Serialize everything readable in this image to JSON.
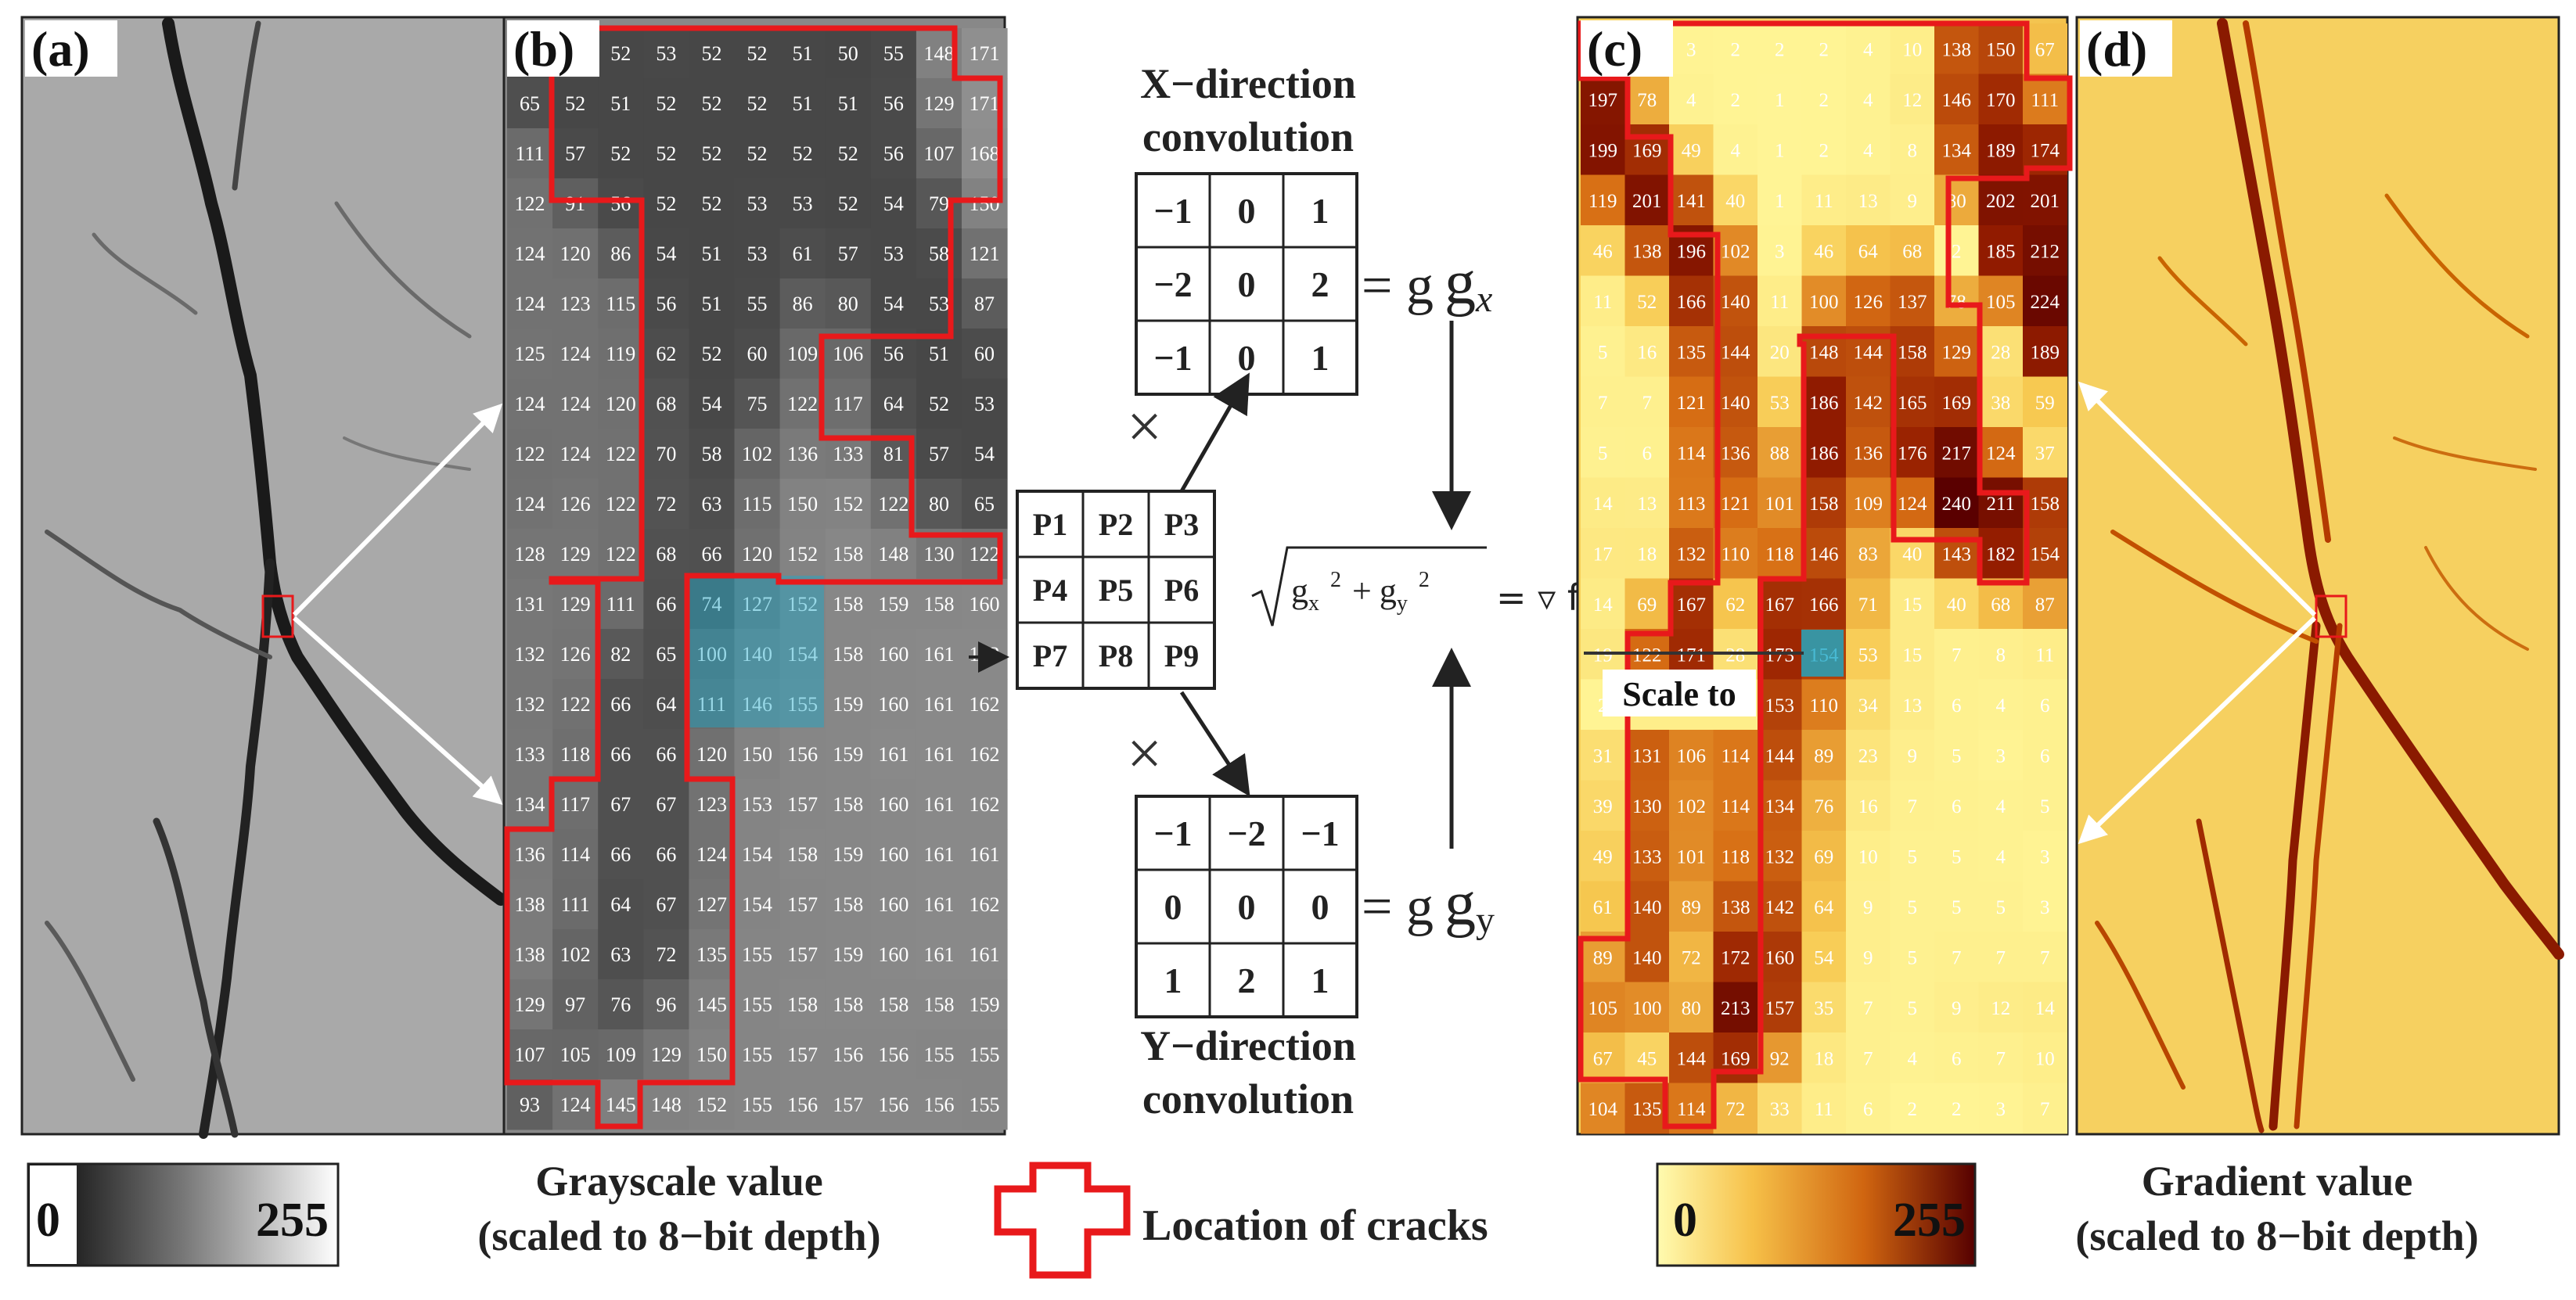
{
  "panels": {
    "a": {
      "label": "(a)"
    },
    "b": {
      "label": "(b)"
    },
    "c": {
      "label": "(c)"
    },
    "d": {
      "label": "(d)"
    }
  },
  "grayscale_grid": {
    "rows": [
      [
        null,
        null,
        52,
        53,
        52,
        52,
        51,
        50,
        55,
        148,
        171
      ],
      [
        65,
        52,
        51,
        52,
        52,
        52,
        51,
        51,
        56,
        129,
        171
      ],
      [
        111,
        57,
        52,
        52,
        52,
        52,
        52,
        52,
        56,
        107,
        168
      ],
      [
        122,
        91,
        56,
        52,
        52,
        53,
        53,
        52,
        54,
        79,
        150
      ],
      [
        124,
        120,
        86,
        54,
        51,
        53,
        61,
        57,
        53,
        58,
        121
      ],
      [
        124,
        123,
        115,
        56,
        51,
        55,
        86,
        80,
        54,
        53,
        87
      ],
      [
        125,
        124,
        119,
        62,
        52,
        60,
        109,
        106,
        56,
        51,
        60
      ],
      [
        124,
        124,
        120,
        68,
        54,
        75,
        122,
        117,
        64,
        52,
        53
      ],
      [
        122,
        124,
        122,
        70,
        58,
        102,
        136,
        133,
        81,
        57,
        54
      ],
      [
        124,
        126,
        122,
        72,
        63,
        115,
        150,
        152,
        122,
        80,
        65
      ],
      [
        128,
        129,
        122,
        68,
        66,
        120,
        152,
        158,
        148,
        130,
        122
      ],
      [
        131,
        129,
        111,
        66,
        74,
        127,
        152,
        158,
        159,
        158,
        160
      ],
      [
        132,
        126,
        82,
        65,
        100,
        140,
        154,
        158,
        160,
        161,
        162
      ],
      [
        132,
        122,
        66,
        64,
        111,
        146,
        155,
        159,
        160,
        161,
        162
      ],
      [
        133,
        118,
        66,
        66,
        120,
        150,
        156,
        159,
        161,
        161,
        162
      ],
      [
        134,
        117,
        67,
        67,
        123,
        153,
        157,
        158,
        160,
        161,
        162
      ],
      [
        136,
        114,
        66,
        66,
        124,
        154,
        158,
        159,
        160,
        161,
        161
      ],
      [
        138,
        111,
        64,
        67,
        127,
        154,
        157,
        158,
        160,
        161,
        162
      ],
      [
        138,
        102,
        63,
        72,
        135,
        155,
        157,
        159,
        160,
        161,
        161
      ],
      [
        129,
        97,
        76,
        96,
        145,
        155,
        158,
        158,
        158,
        158,
        159
      ],
      [
        107,
        105,
        109,
        129,
        150,
        155,
        157,
        156,
        156,
        155,
        155
      ],
      [
        93,
        124,
        145,
        148,
        152,
        155,
        156,
        157,
        156,
        156,
        155
      ]
    ]
  },
  "gradient_grid": {
    "rows": [
      [
        null,
        3,
        2,
        2,
        2,
        4,
        10,
        138,
        150,
        67
      ],
      [
        197,
        78,
        4,
        2,
        1,
        2,
        4,
        12,
        146,
        170,
        111
      ],
      [
        199,
        169,
        49,
        4,
        1,
        2,
        4,
        8,
        134,
        189,
        174
      ],
      [
        119,
        201,
        141,
        40,
        1,
        11,
        13,
        9,
        80,
        202,
        201
      ],
      [
        46,
        138,
        196,
        102,
        3,
        46,
        64,
        68,
        2,
        185,
        212
      ],
      [
        11,
        52,
        166,
        140,
        11,
        100,
        126,
        137,
        78,
        105,
        224
      ],
      [
        5,
        16,
        135,
        144,
        20,
        148,
        144,
        158,
        129,
        28,
        189
      ],
      [
        7,
        7,
        121,
        140,
        53,
        186,
        142,
        165,
        169,
        38,
        59
      ],
      [
        5,
        6,
        114,
        136,
        88,
        186,
        136,
        176,
        217,
        124,
        37
      ],
      [
        14,
        13,
        113,
        121,
        101,
        158,
        109,
        124,
        240,
        211,
        158
      ],
      [
        17,
        18,
        132,
        110,
        118,
        146,
        83,
        40,
        143,
        182,
        154
      ],
      [
        14,
        69,
        167,
        62,
        167,
        166,
        71,
        15,
        40,
        68,
        87
      ],
      [
        19,
        122,
        171,
        28,
        173,
        154,
        53,
        15,
        7,
        8,
        11
      ],
      [
        2,
        null,
        null,
        null,
        153,
        110,
        34,
        13,
        6,
        4,
        6
      ],
      [
        31,
        131,
        106,
        114,
        144,
        89,
        23,
        9,
        5,
        3,
        6
      ],
      [
        39,
        130,
        102,
        114,
        134,
        76,
        16,
        7,
        6,
        4,
        5
      ],
      [
        49,
        133,
        101,
        118,
        132,
        69,
        10,
        5,
        5,
        4,
        3
      ],
      [
        61,
        140,
        89,
        138,
        142,
        64,
        9,
        5,
        5,
        5,
        3
      ],
      [
        89,
        140,
        72,
        172,
        160,
        54,
        9,
        5,
        7,
        7,
        7
      ],
      [
        105,
        100,
        80,
        213,
        157,
        35,
        7,
        5,
        9,
        12,
        14
      ],
      [
        67,
        45,
        144,
        169,
        92,
        18,
        7,
        4,
        6,
        7,
        10
      ],
      [
        104,
        135,
        114,
        72,
        33,
        11,
        6,
        2,
        2,
        3,
        7
      ]
    ]
  },
  "convolution": {
    "x_title_line1": "X−direction",
    "x_title_line2": "convolution",
    "y_title_line1": "Y−direction",
    "y_title_line2": "convolution",
    "x_kernel": [
      "−1",
      "0",
      "1",
      "−2",
      "0",
      "2",
      "−1",
      "0",
      "1"
    ],
    "y_kernel": [
      "−1",
      "−2",
      "−1",
      "0",
      "0",
      "0",
      "1",
      "2",
      "1"
    ],
    "pixels": [
      "P1",
      "P2",
      "P3",
      "P4",
      "P5",
      "P6",
      "P7",
      "P8",
      "P9"
    ],
    "times": "×",
    "gx_label": "= g",
    "gx_sub": "x",
    "gy_label": "= g",
    "gy_sub": "y",
    "formula_g": "g",
    "formula_x": "x",
    "formula_y": "y",
    "formula_two": "2",
    "formula_plus": "+",
    "formula_eq": "= ▿ f"
  },
  "scale_label": "Scale to",
  "legends": {
    "grayscale": {
      "min": "0",
      "max": "255",
      "caption_line1": "Grayscale value",
      "caption_line2": "(scaled to 8−bit depth)"
    },
    "cracks": {
      "caption": "Location of cracks"
    },
    "gradient": {
      "min": "0",
      "max": "255",
      "caption_line1": "Gradient value",
      "caption_line2": "(scaled to 8−bit depth)"
    }
  },
  "colors": {
    "crack_outline": "#e8191b",
    "highlight": "#1aa9c9",
    "arrow": "#ffffff"
  }
}
